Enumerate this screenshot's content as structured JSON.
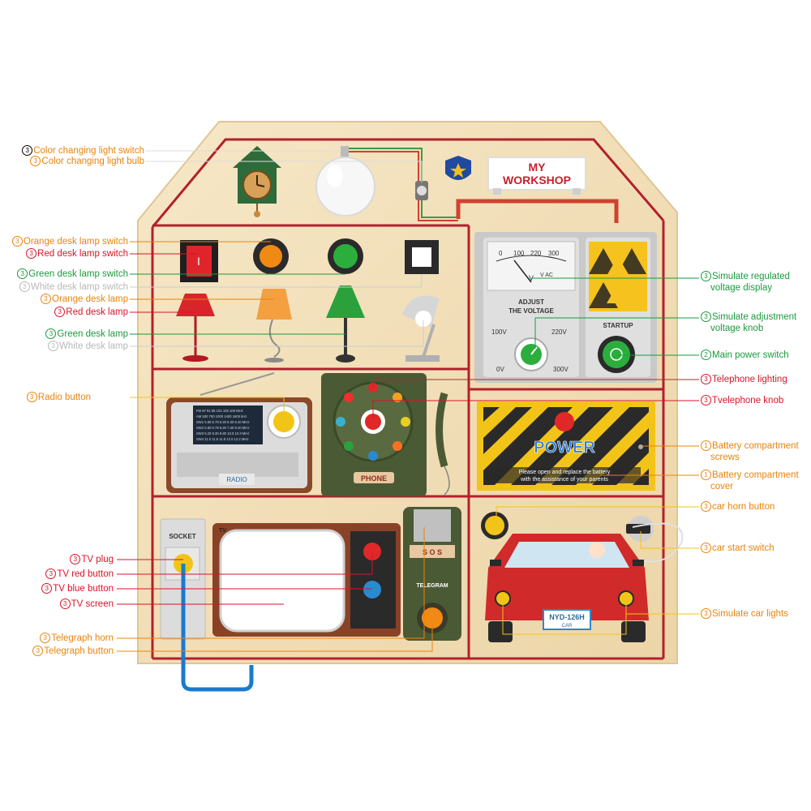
{
  "board": {
    "title_line1": "MY",
    "title_line2": "WORKSHOP",
    "radio_label": "RADIO",
    "radio_dial_rows": [
      "FM 87 91 95 102 106 108 MHz",
      "AM 530 750 1000 1400 1600 kHz",
      "SW1 5.60 5.79 6.20 6.30 6.40 MHz",
      "SW2 5.60 5.79 6.20 7.30 9.40 MHz",
      "SW3 9.20 9.30 9.80 10.0 10.3 MHz",
      "SW4 11.0 11.5 11.8 12.0 12.2 MHz"
    ],
    "phone_label": "PHONE",
    "socket_label": "SOCKET",
    "tv_label": "TV",
    "sos_label": "S O S",
    "telegram_label": "TELEGRAM",
    "meter_ticks": [
      "0",
      "100",
      "220",
      "300"
    ],
    "meter_unit": "V AC",
    "meter_symbol": "V",
    "adjust_line1": "ADJUST",
    "adjust_line2": "THE VOLTAGE",
    "knob_ticks": [
      "100V",
      "220V",
      "0V",
      "300V"
    ],
    "startup_label": "STARTUP",
    "power_label": "POWER",
    "power_note_line1": "Please open and replace the battery",
    "power_note_line2": "with the assistance of your parents",
    "plate_line1": "NYD-126H",
    "plate_line2": "CAR"
  },
  "labels_left": [
    {
      "num": "3",
      "text": "Color changing light switch",
      "color": "#e9840c"
    },
    {
      "num": "3",
      "text": "Color changing light bulb",
      "color": "#e9840c"
    },
    {
      "num": "3",
      "text": "Orange desk lamp switch",
      "color": "#e9840c"
    },
    {
      "num": "3",
      "text": "Red desk lamp switch",
      "color": "#d8142a"
    },
    {
      "num": "3",
      "text": "Green desk lamp switch",
      "color": "#1a9a3c"
    },
    {
      "num": "3",
      "text": "White desk lamp switch",
      "color": "#b8b8b8"
    },
    {
      "num": "3",
      "text": "Orange desk lamp",
      "color": "#e9840c"
    },
    {
      "num": "3",
      "text": "Red desk lamp",
      "color": "#d8142a"
    },
    {
      "num": "3",
      "text": "Green desk lamp",
      "color": "#1a9a3c"
    },
    {
      "num": "3",
      "text": "White desk lamp",
      "color": "#b8b8b8"
    },
    {
      "num": "3",
      "text": "Radio button",
      "color": "#e9840c"
    },
    {
      "num": "3",
      "text": "TV plug",
      "color": "#d8142a"
    },
    {
      "num": "3",
      "text": "TV red button",
      "color": "#d8142a"
    },
    {
      "num": "3",
      "text": "TV blue button",
      "color": "#d8142a"
    },
    {
      "num": "3",
      "text": "TV screen",
      "color": "#d8142a"
    },
    {
      "num": "3",
      "text": "Telegraph horn",
      "color": "#e9840c"
    },
    {
      "num": "3",
      "text": "Telegraph button",
      "color": "#e9840c"
    }
  ],
  "labels_right": [
    {
      "num": "3",
      "line1": "Simulate regulated",
      "line2": "voltage display",
      "color": "#1a9a3c"
    },
    {
      "num": "3",
      "line1": "Simulate adjustment",
      "line2": "voltage knob",
      "color": "#1a9a3c"
    },
    {
      "num": "2",
      "line1": "Main power switch",
      "line2": "",
      "color": "#1a9a3c"
    },
    {
      "num": "3",
      "line1": "Telephone lighting",
      "line2": "",
      "color": "#d8142a"
    },
    {
      "num": "3",
      "line1": "Tvelephone knob",
      "line2": "",
      "color": "#d8142a"
    },
    {
      "num": "1",
      "line1": "Battery compartment",
      "line2": "screws",
      "color": "#e9840c"
    },
    {
      "num": "1",
      "line1": "Battery compartment",
      "line2": "cover",
      "color": "#e9840c"
    },
    {
      "num": "3",
      "line1": "car horn button",
      "line2": "",
      "color": "#e9840c"
    },
    {
      "num": "3",
      "line1": "car start switch",
      "line2": "",
      "color": "#e9840c"
    },
    {
      "num": "3",
      "line1": "Simulate car lights",
      "line2": "",
      "color": "#e9840c"
    }
  ],
  "colors": {
    "wood": "#f1dfba",
    "frame_red": "#b3202c",
    "label_orange": "#e9840c",
    "label_red": "#d8142a",
    "label_green": "#1a9a3c",
    "label_gray": "#b8b8b8"
  }
}
